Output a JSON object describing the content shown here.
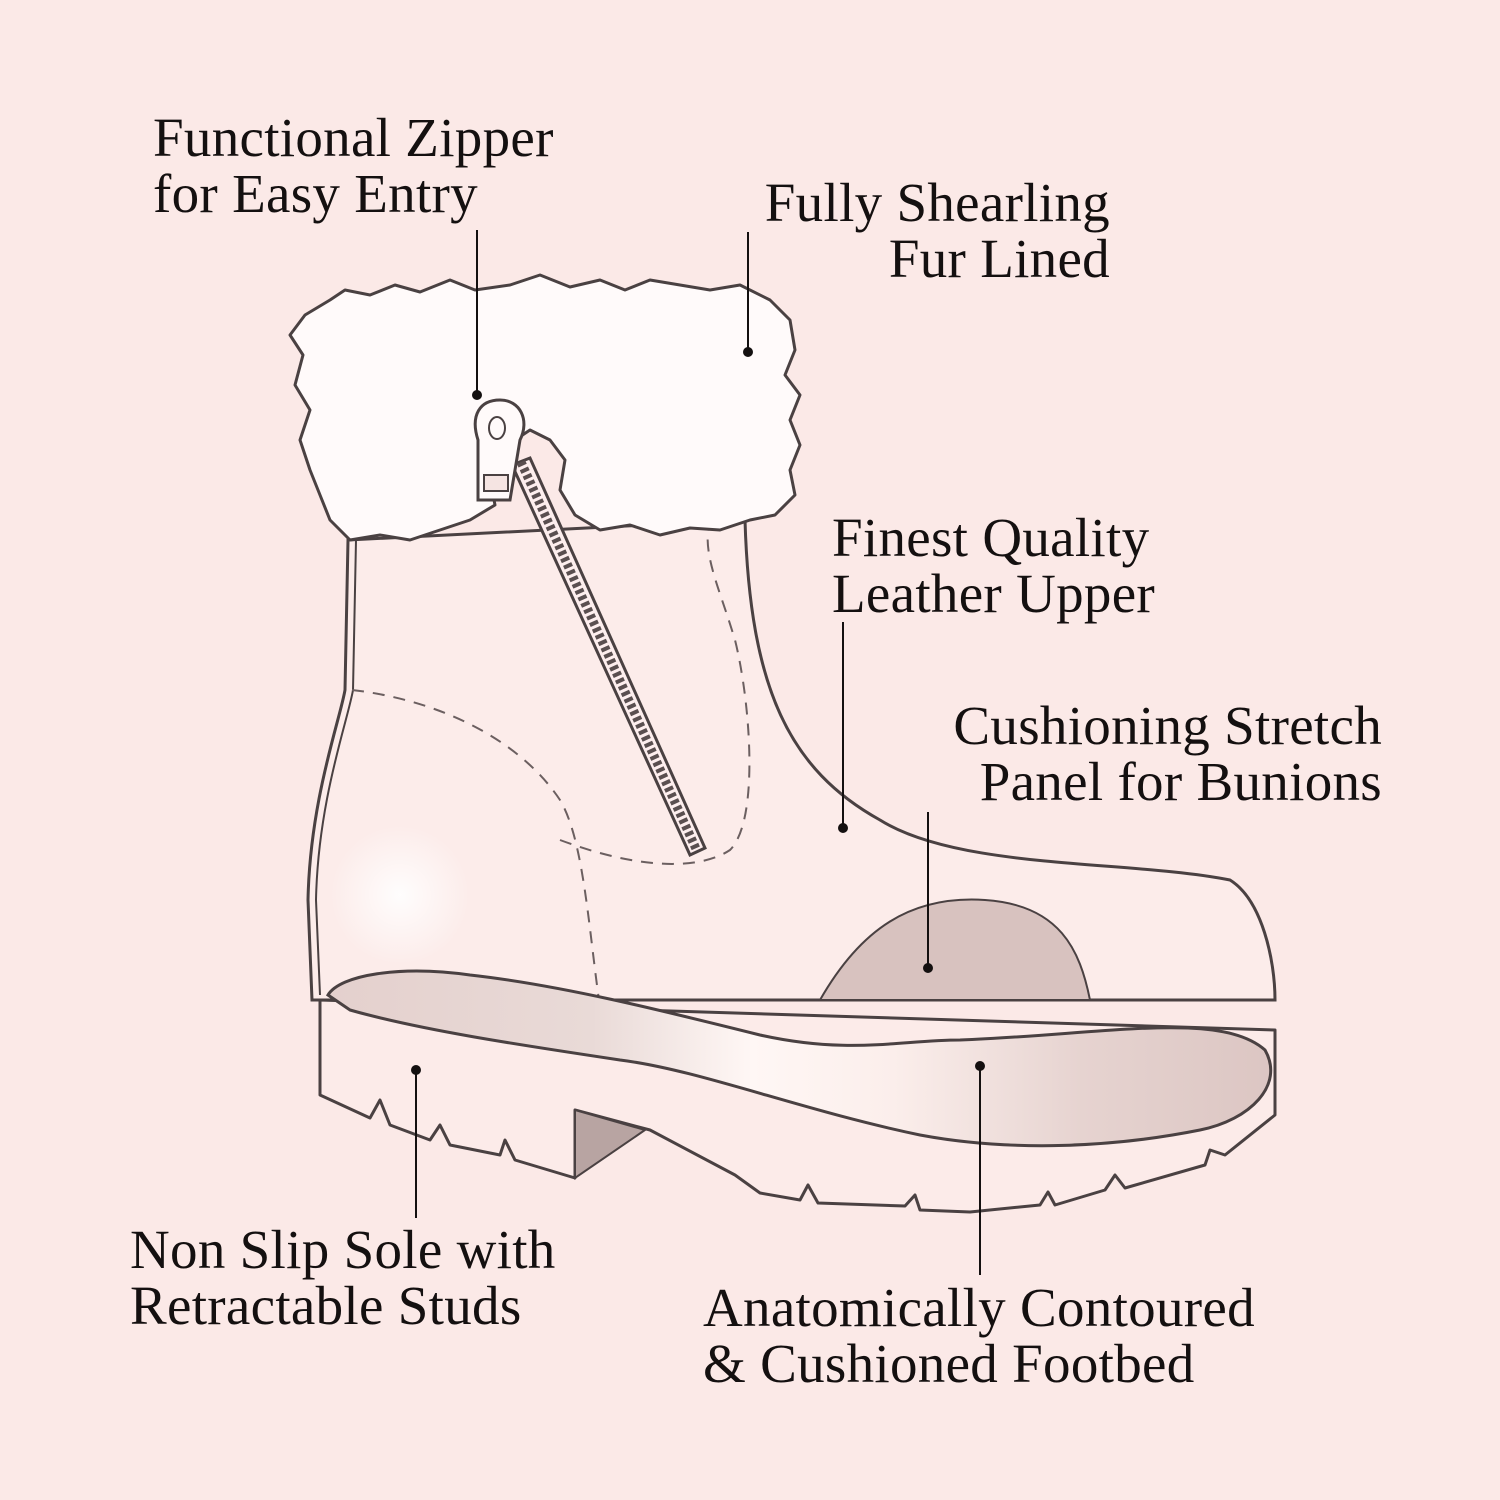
{
  "diagram": {
    "subject": "Winter boot feature callouts",
    "colors": {
      "background": "#fbe9e7",
      "outline": "#4a4142",
      "fur": "#fffafa",
      "footbed": "#e3cfcc",
      "text": "#141010"
    },
    "callouts": [
      {
        "id": "zipper",
        "lines": [
          "Functional Zipper",
          "for Easy Entry"
        ]
      },
      {
        "id": "shearling",
        "lines": [
          "Fully Shearling",
          "Fur Lined"
        ]
      },
      {
        "id": "leather",
        "lines": [
          "Finest Quality",
          "Leather Upper"
        ]
      },
      {
        "id": "stretch-panel",
        "lines": [
          "Cushioning Stretch",
          "Panel for Bunions"
        ]
      },
      {
        "id": "sole",
        "lines": [
          "Non Slip Sole with",
          "Retractable Studs"
        ]
      },
      {
        "id": "footbed",
        "lines": [
          "Anatomically Contoured",
          "& Cushioned Footbed"
        ]
      }
    ]
  }
}
